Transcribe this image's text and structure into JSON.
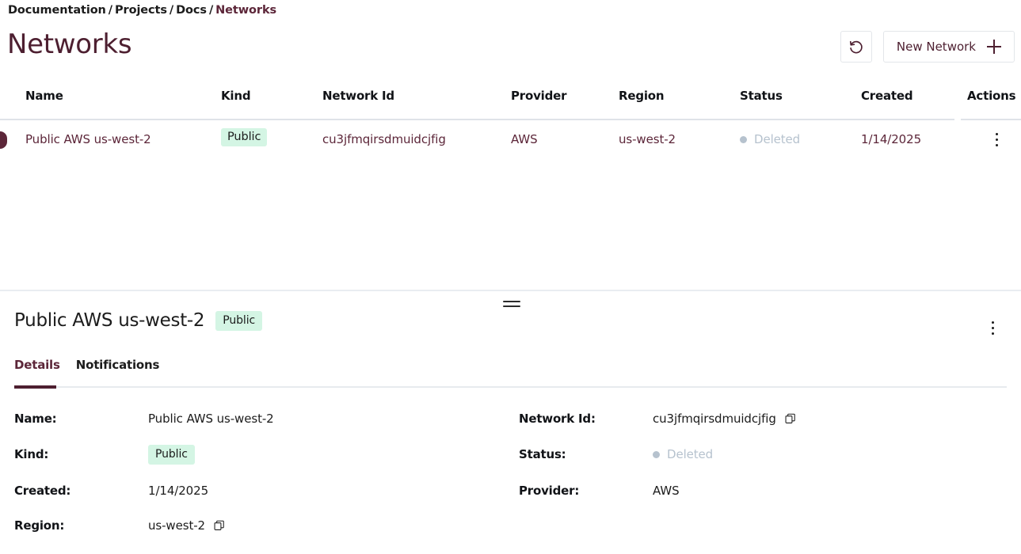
{
  "breadcrumb": {
    "items": [
      {
        "label": "Documentation",
        "current": false
      },
      {
        "label": "Projects",
        "current": false
      },
      {
        "label": "Docs",
        "current": false
      },
      {
        "label": "Networks",
        "current": true
      }
    ],
    "separator": "/"
  },
  "header": {
    "title": "Networks",
    "refresh_icon": "refresh-icon",
    "new_network_label": "New Network",
    "plus_icon": "plus-icon"
  },
  "table": {
    "columns": [
      "Name",
      "Kind",
      "Network Id",
      "Provider",
      "Region",
      "Status",
      "Created",
      "Actions"
    ],
    "rows": [
      {
        "name": "Public AWS us-west-2",
        "kind": "Public",
        "network_id": "cu3jfmqirsdmuidcjfig",
        "provider": "AWS",
        "region": "us-west-2",
        "status": "Deleted",
        "created": "1/14/2025",
        "actions_icon": "kebab-menu-icon"
      }
    ]
  },
  "detail": {
    "title": "Public AWS us-west-2",
    "badge": "Public",
    "actions_icon": "kebab-menu-icon",
    "tabs": [
      {
        "label": "Details",
        "active": true
      },
      {
        "label": "Notifications",
        "active": false
      }
    ],
    "fields_left": [
      {
        "label": "Name:",
        "value": "Public AWS us-west-2",
        "type": "text",
        "copy": false
      },
      {
        "label": "Kind:",
        "value": "Public",
        "type": "badge",
        "copy": false
      },
      {
        "label": "Created:",
        "value": "1/14/2025",
        "type": "text",
        "copy": false
      },
      {
        "label": "Region:",
        "value": "us-west-2",
        "type": "text",
        "copy": true
      }
    ],
    "fields_right": [
      {
        "label": "Network Id:",
        "value": "cu3jfmqirsdmuidcjfig",
        "type": "text",
        "copy": true
      },
      {
        "label": "Status:",
        "value": "Deleted",
        "type": "status",
        "copy": false
      },
      {
        "label": "Provider:",
        "value": "AWS",
        "type": "text",
        "copy": false
      }
    ]
  },
  "colors": {
    "accent": "#5c2639",
    "title": "#4d1f30",
    "badge_bg": "#d4f5e4",
    "status_muted": "#b6c2ce",
    "border": "#dfe3e8"
  }
}
